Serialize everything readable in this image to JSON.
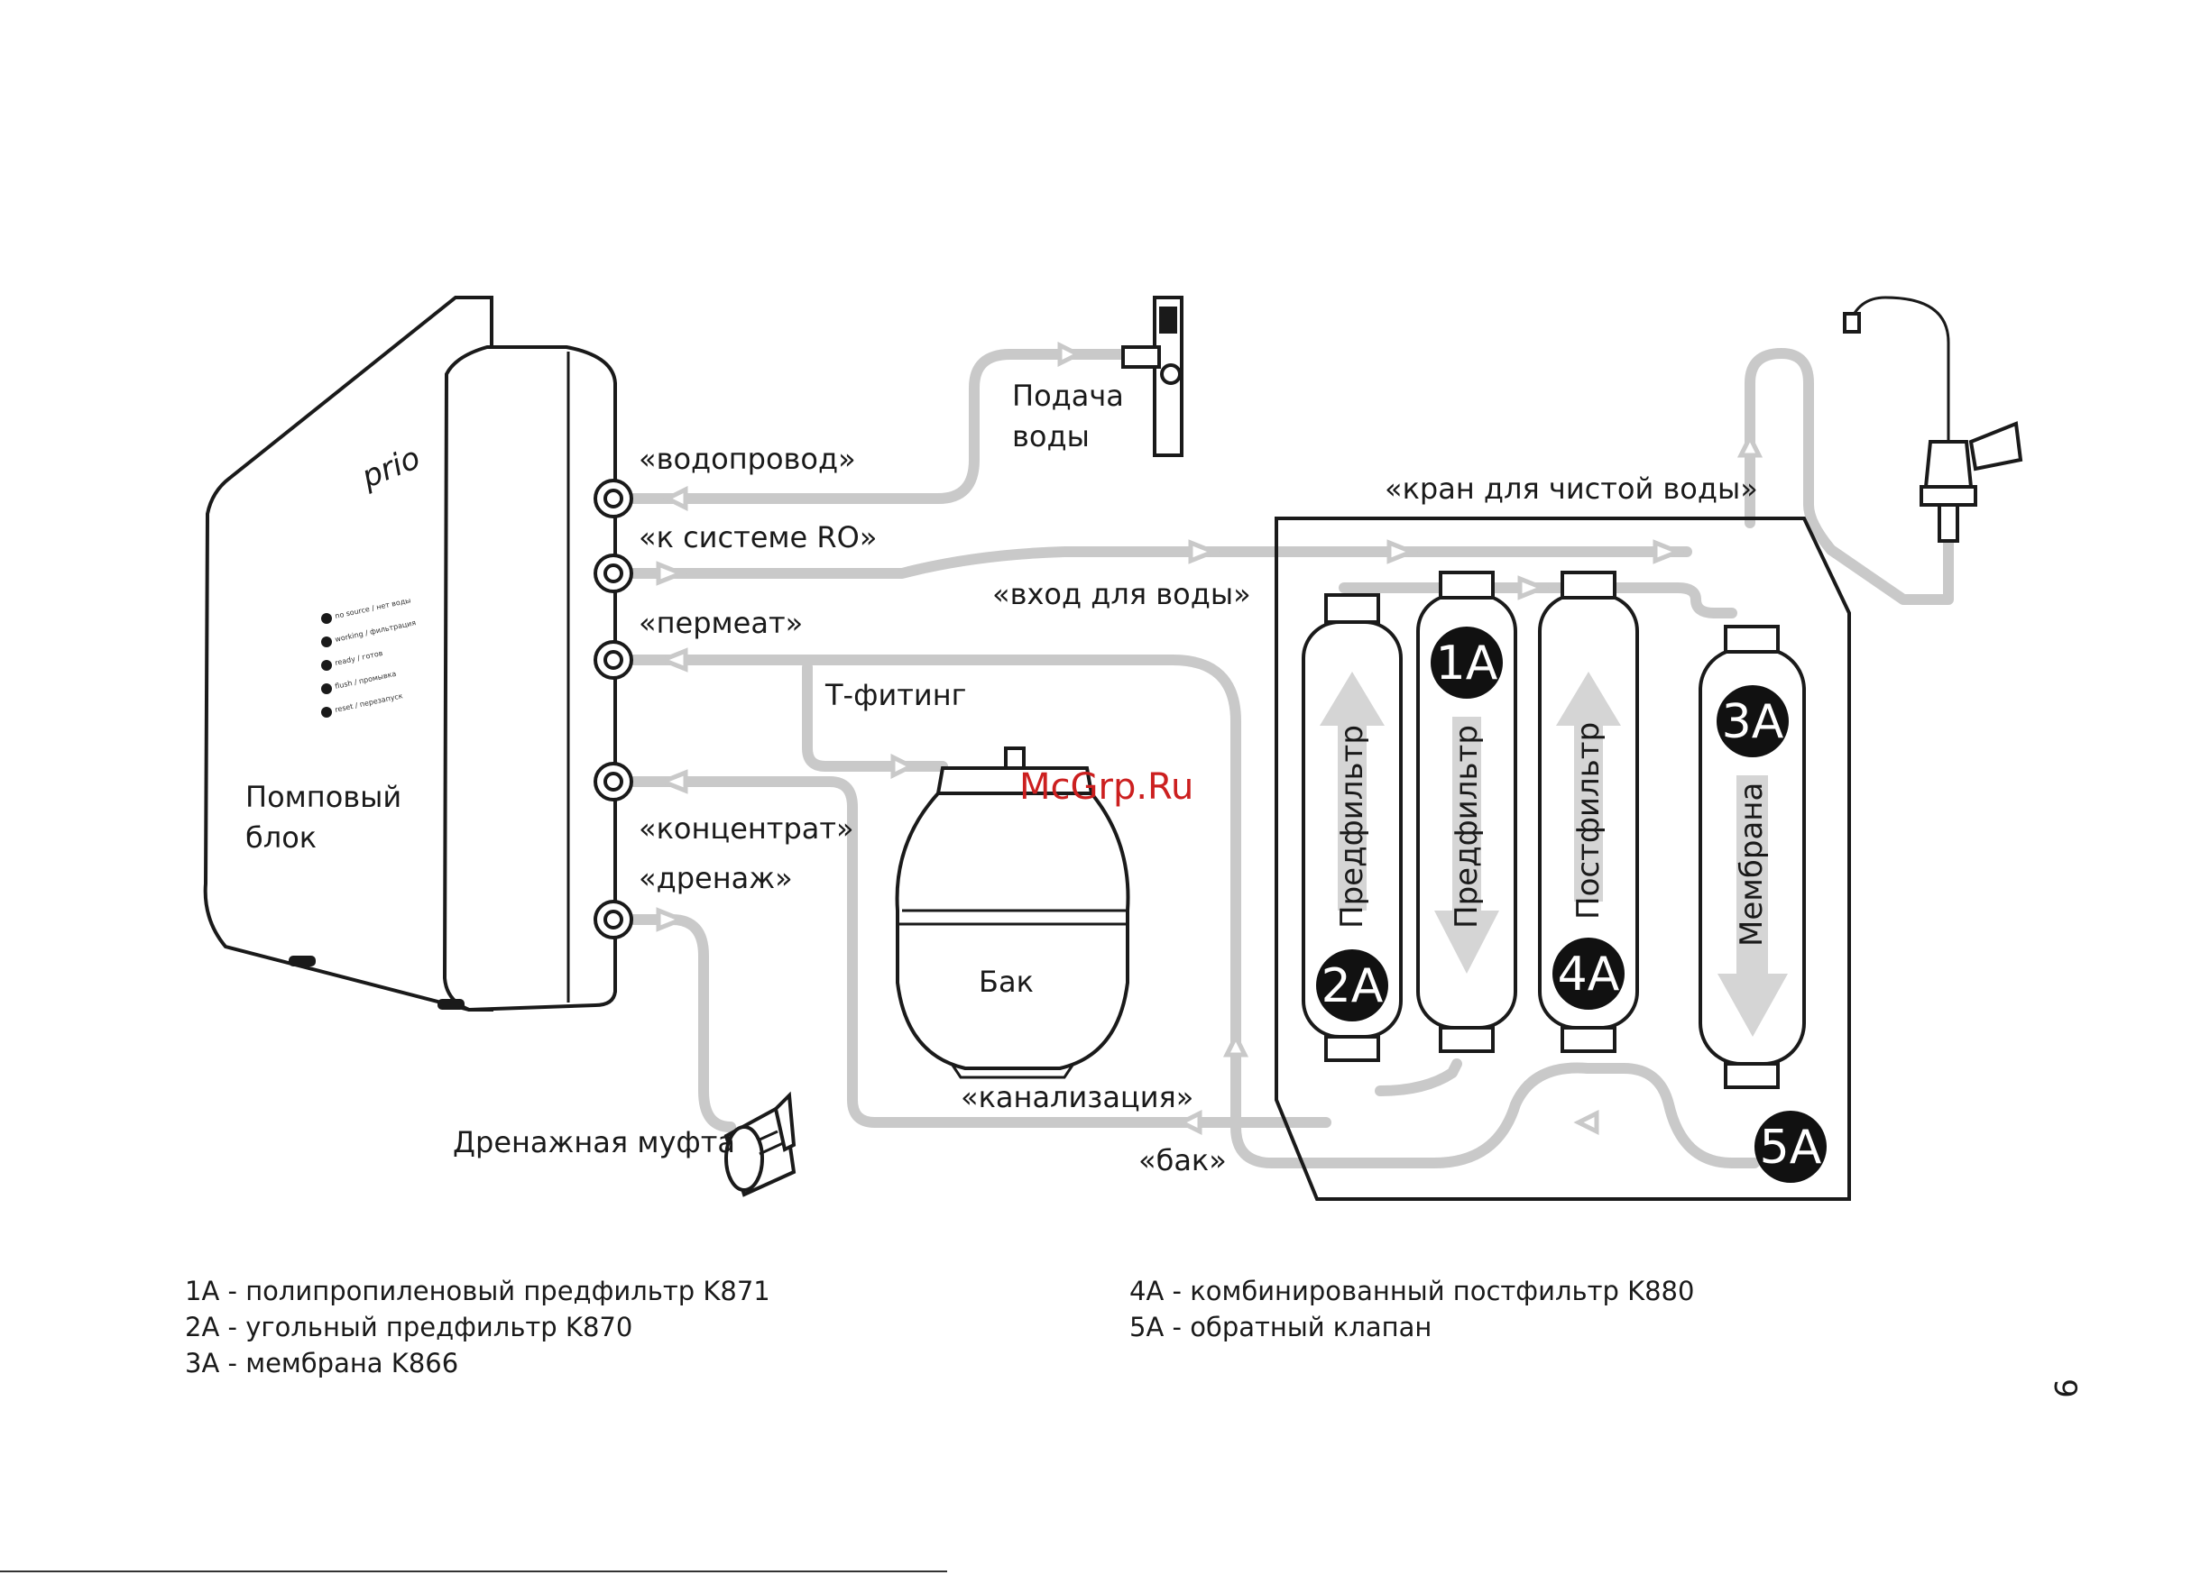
{
  "labels": {
    "vodoprovod": "«водопровод»",
    "k_sisteme_ro": "«к системе RO»",
    "permeat": "«пермеат»",
    "koncentrat": "«концентрат»",
    "drenazh": "«дренаж»",
    "podacha_line1": "Подача",
    "podacha_line2": "воды",
    "kran": "«кран для чистой воды»",
    "vhod": "«вход для воды»",
    "t_fiting": "Т-фитинг",
    "bak_tank": "Бак",
    "kanalizaciya": "«канализация»",
    "bak_port": "«бак»",
    "drenazh_mufta": "Дренажная муфта",
    "pump_line1": "Помповый",
    "pump_line2": "блок",
    "brand": "prio"
  },
  "panel_lights": [
    "no source / нет воды",
    "working / фильтрация",
    "ready / готов",
    "flush / промывка",
    "reset / перезапуск"
  ],
  "filters": {
    "f2a_text": "Предфильтр",
    "f1a_text": "Предфильтр",
    "f4a_text": "Постфильтр",
    "f3a_text": "Мембрана"
  },
  "badges": {
    "b1a": "1A",
    "b2a": "2A",
    "b3a": "3A",
    "b4a": "4A",
    "b5a": "5A"
  },
  "legend": {
    "left": [
      "1А - полипропиленовый предфильтр K871",
      "2А - угольный предфильтр K870",
      "3А  - мембрана  K866"
    ],
    "right": [
      "4А - комбинированный постфильтр  K880",
      "5А -  обратный клапан"
    ]
  },
  "watermark": "McGrp.Ru",
  "page_number": "9",
  "colors": {
    "pipe": "#c9c9c9",
    "outline": "#1a1a1a",
    "badge": "#111111",
    "watermark": "#cc1f1f"
  },
  "icons": [
    "inlet-valve-icon",
    "faucet-icon",
    "drain-clamp-icon",
    "flow-arrow-icon"
  ]
}
